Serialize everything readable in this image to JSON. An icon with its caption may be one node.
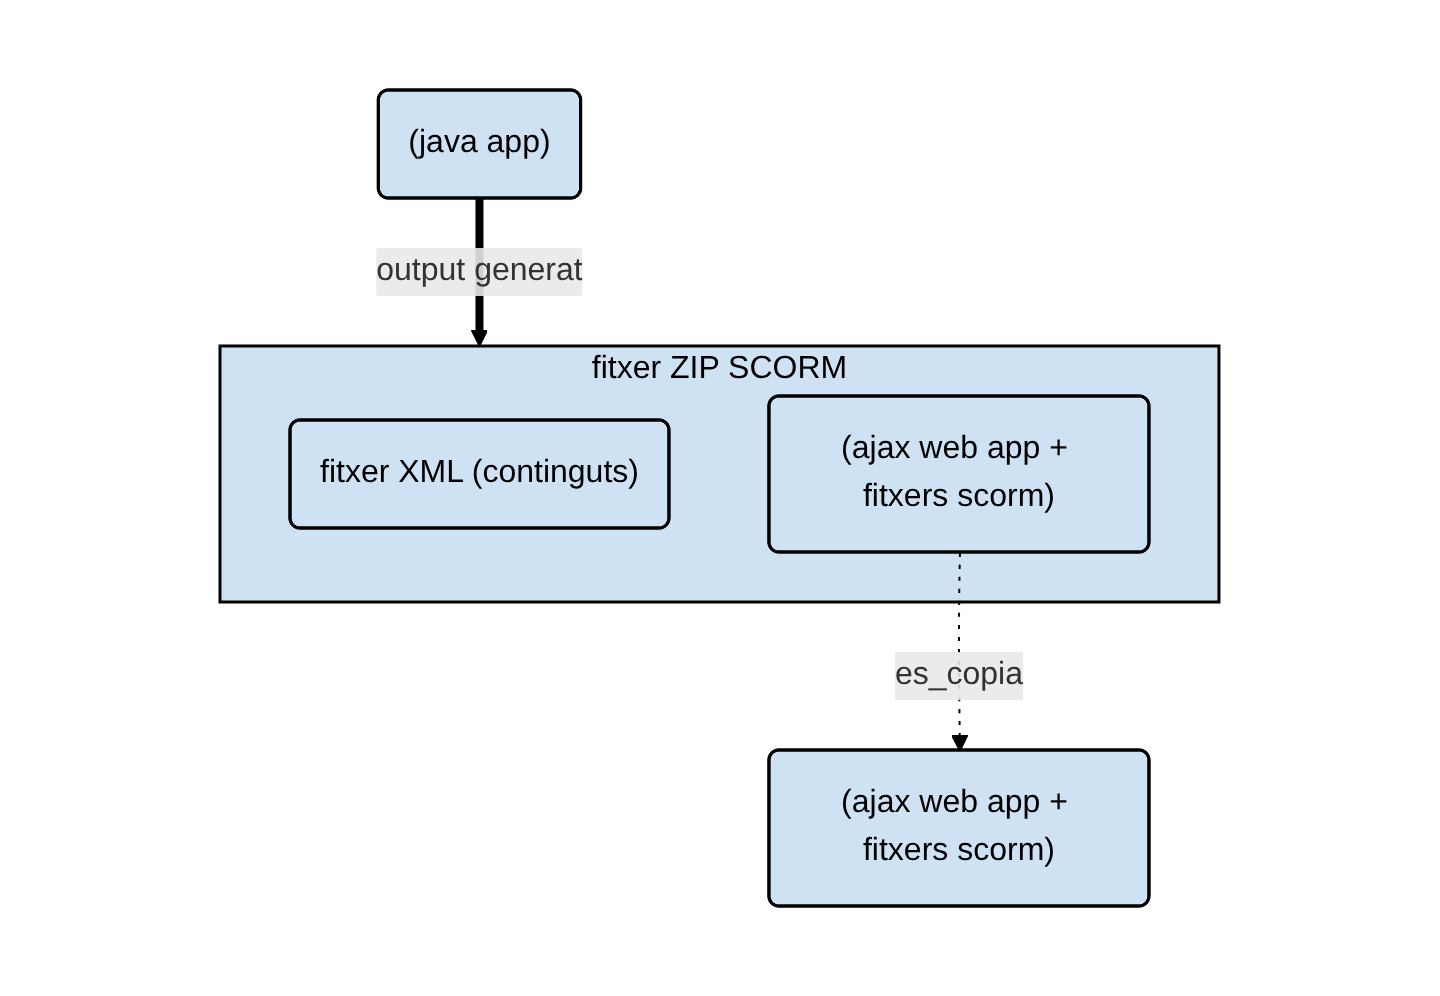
{
  "diagram": {
    "nodes": [
      {
        "text": [
          "(java app)"
        ]
      },
      {
        "text": [
          "(ajax web app + fitxers scorm)"
        ]
      },
      {
        "text": [
          "fitxer ZIP SCORM"
        ]
      },
      {
        "text": [
          "fitxer XML (continguts)"
        ],
        "in": 2
      },
      {
        "text": [
          "(ajax web app + fitxers scorm)"
        ],
        "in": 2
      }
    ],
    "edges": [
      {
        "from": 0,
        "to": 2,
        "arrow": "to",
        "label": "output generat",
        "style": "thick"
      },
      {
        "from": 4,
        "to": 1,
        "arrow": "to",
        "label": "es_copia",
        "style": "dashed"
      }
    ]
  }
}
